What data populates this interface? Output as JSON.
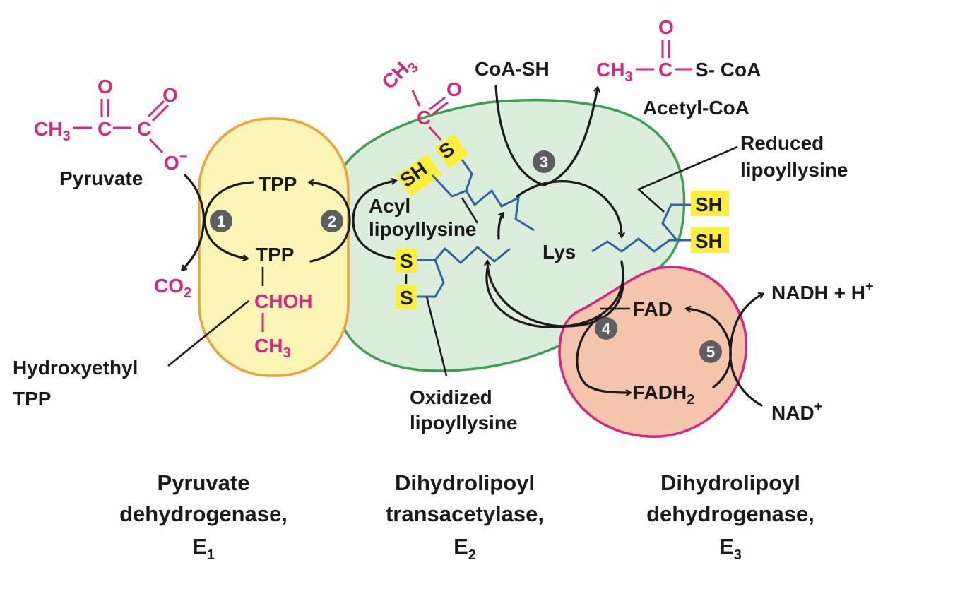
{
  "molecules": {
    "pyruvate": {
      "ch3": "CH",
      "ch3_sub": "3",
      "c1": "C",
      "c2": "C",
      "o1": "O",
      "o2": "O",
      "o_minus": "O",
      "o_minus_sup": "−",
      "label": "Pyruvate"
    },
    "co2": {
      "text": "CO",
      "sub": "2"
    },
    "acetyl_coa": {
      "ch3": "CH",
      "ch3_sub": "3",
      "c": "C",
      "o": "O",
      "s_coa": "S- CoA",
      "label": "Acetyl-CoA"
    },
    "coa_sh": "CoA-SH",
    "acyl_group": {
      "ch3": "CH",
      "ch3_sub": "3",
      "c": "C",
      "o": "O",
      "s": "S"
    }
  },
  "e1": {
    "tpp_top": "TPP",
    "tpp_bottom": "TPP",
    "chohs": "CHOH",
    "ch3": "CH",
    "ch3_sub": "3",
    "callout": [
      "Hydroxyethyl",
      "TPP"
    ]
  },
  "e2": {
    "acyl_label": [
      "Acyl",
      "lipoyllysine"
    ],
    "sh": "SH",
    "s_top": "S",
    "s_bottom": "S",
    "lys": "Lys",
    "oxidized_label": [
      "Oxidized",
      "lipoyllysine"
    ],
    "reduced_label": [
      "Reduced",
      "lipoyllysine"
    ],
    "reduced_sh1": "SH",
    "reduced_sh2": "SH"
  },
  "e3": {
    "fad": "FAD",
    "fadh2": "FADH",
    "fadh2_sub": "2",
    "nadh": "NADH + H",
    "nadh_sup": "+",
    "nad": "NAD",
    "nad_sup": "+"
  },
  "steps": [
    "1",
    "2",
    "3",
    "4",
    "5"
  ],
  "enzymes": [
    {
      "lines": [
        "Pyruvate",
        "dehydrogenase,"
      ],
      "symbol": "E",
      "sub": "1"
    },
    {
      "lines": [
        "Dihydrolipoyl",
        "transacetylase,"
      ],
      "symbol": "E",
      "sub": "2"
    },
    {
      "lines": [
        "Dihydrolipoyl",
        "dehydrogenase,"
      ],
      "symbol": "E",
      "sub": "3"
    }
  ],
  "colors": {
    "e1_fill": "#fdf5b6",
    "e1_stroke": "#eba33b",
    "e2_fill": "#dbeedb",
    "e2_stroke": "#3f9f53",
    "e3_fill": "#f5c4ad",
    "e3_stroke": "#d6287f",
    "magenta": "#d6287f",
    "lipoyl_chain": "#2f63a7",
    "highlight": "#ffef3a",
    "step_badge": "#5d5e62"
  }
}
